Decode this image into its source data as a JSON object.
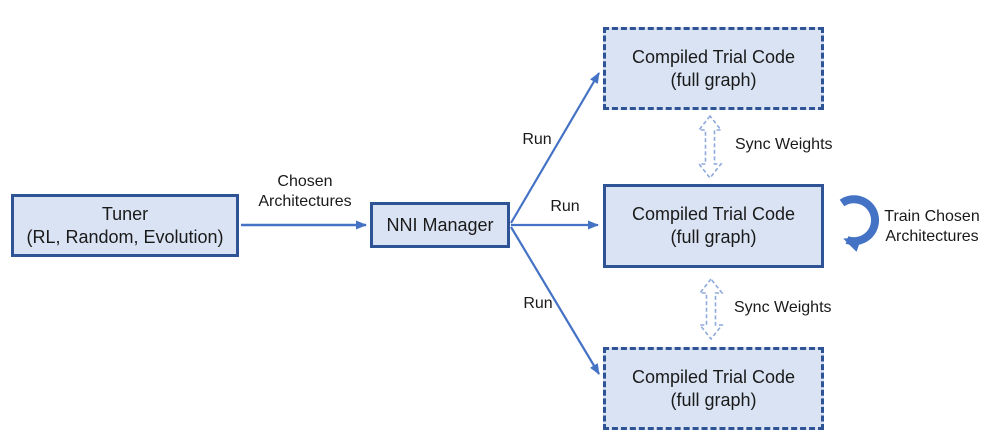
{
  "colors": {
    "box_border": "#2F5496",
    "box_fill": "#DAE3F3",
    "arrow_blue": "#4472C4",
    "sync_arrow_blue": "#8FAADC",
    "text": "#1A1A1A"
  },
  "nodes": {
    "tuner": {
      "title": "Tuner",
      "subtitle": "(RL, Random, Evolution)"
    },
    "nni_manager": {
      "title": "NNI Manager"
    },
    "trial_top": {
      "title": "Compiled Trial Code",
      "subtitle": "(full graph)"
    },
    "trial_middle": {
      "title": "Compiled Trial Code",
      "subtitle": "(full graph)"
    },
    "trial_bottom": {
      "title": "Compiled Trial Code",
      "subtitle": "(full graph)"
    }
  },
  "edges": {
    "chosen_architectures": "Chosen\nArchitectures",
    "run_top": "Run",
    "run_middle": "Run",
    "run_bottom": "Run",
    "sync_weights_top": "Sync Weights",
    "sync_weights_bottom": "Sync Weights",
    "train_chosen": "Train Chosen\nArchitectures"
  }
}
